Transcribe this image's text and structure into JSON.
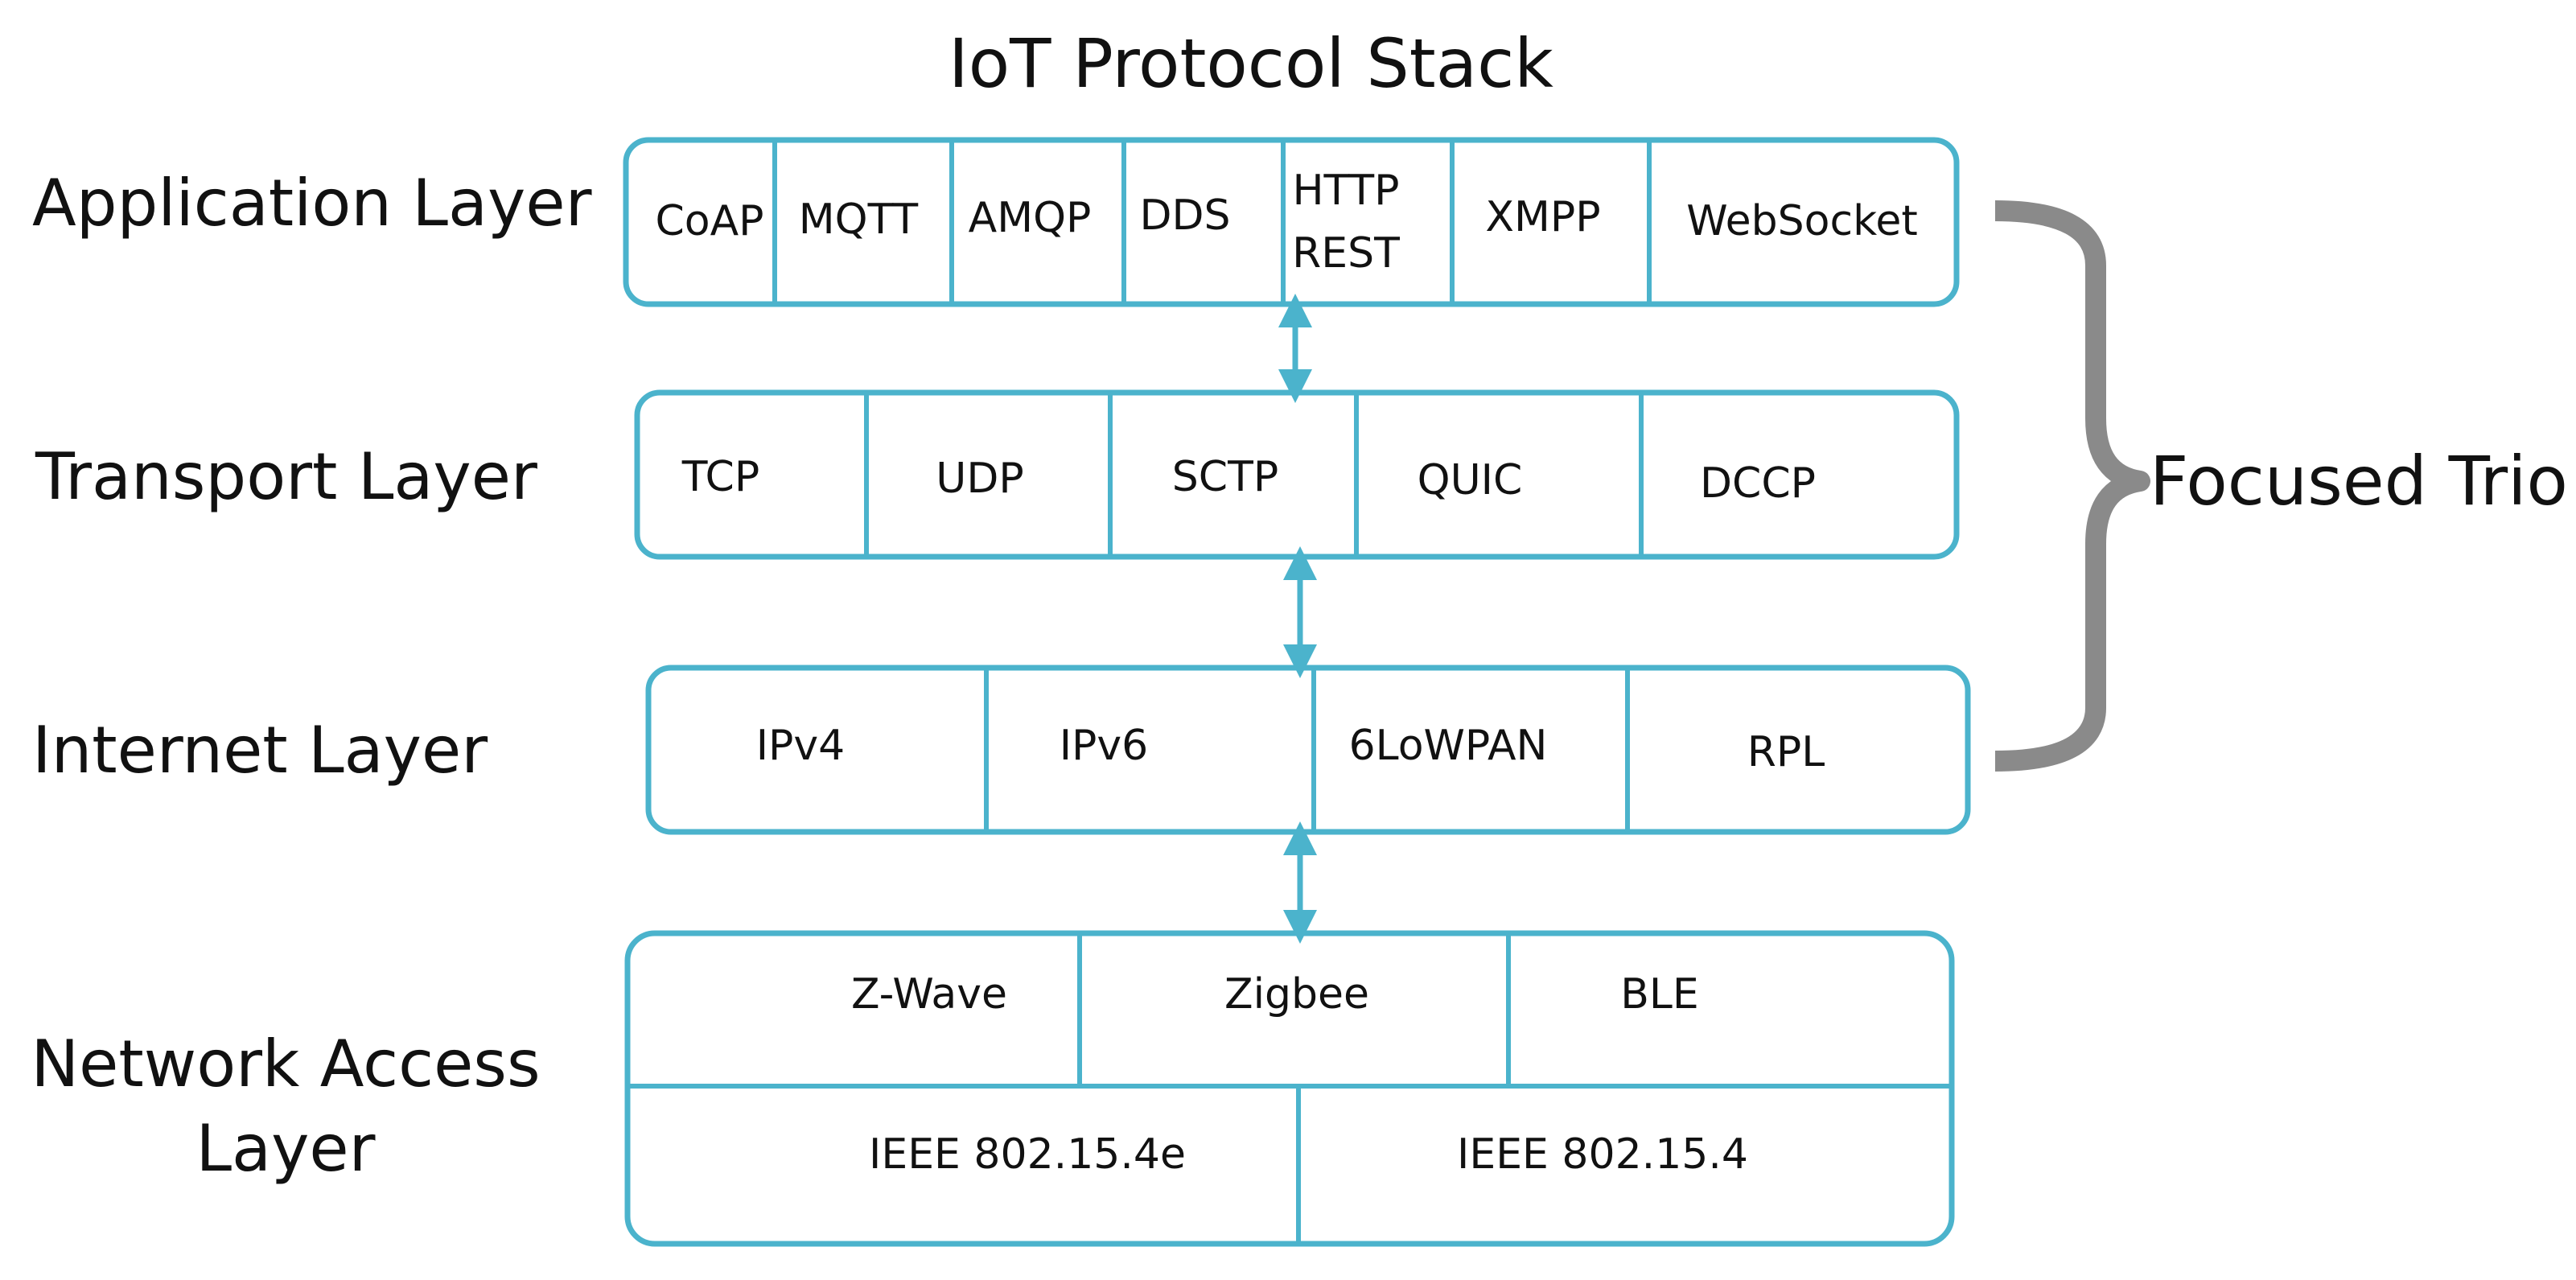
{
  "title": "IoT Protocol Stack",
  "side_label": "Focused Trio",
  "colors": {
    "box_stroke": "#4bb3cc",
    "arrow": "#4bb3cc",
    "brace": "#8a8a8a",
    "text": "#111111"
  },
  "layers": {
    "application": {
      "label": "Application Layer",
      "protocols": [
        "CoAP",
        "MQTT",
        "AMQP",
        "DDS",
        "HTTP",
        "REST",
        "XMPP",
        "WebSocket"
      ]
    },
    "transport": {
      "label": "Transport Layer",
      "protocols": [
        "TCP",
        "UDP",
        "SCTP",
        "QUIC",
        "DCCP"
      ]
    },
    "internet": {
      "label": "Internet Layer",
      "protocols": [
        "IPv4",
        "IPv6",
        "6LoWPAN",
        "RPL"
      ]
    },
    "network_access": {
      "label_line1": "Network Access",
      "label_line2": "Layer",
      "top_protocols": [
        "Z-Wave",
        "Zigbee",
        "BLE"
      ],
      "bottom_protocols": [
        "IEEE 802.15.4e",
        "IEEE 802.15.4"
      ]
    }
  }
}
